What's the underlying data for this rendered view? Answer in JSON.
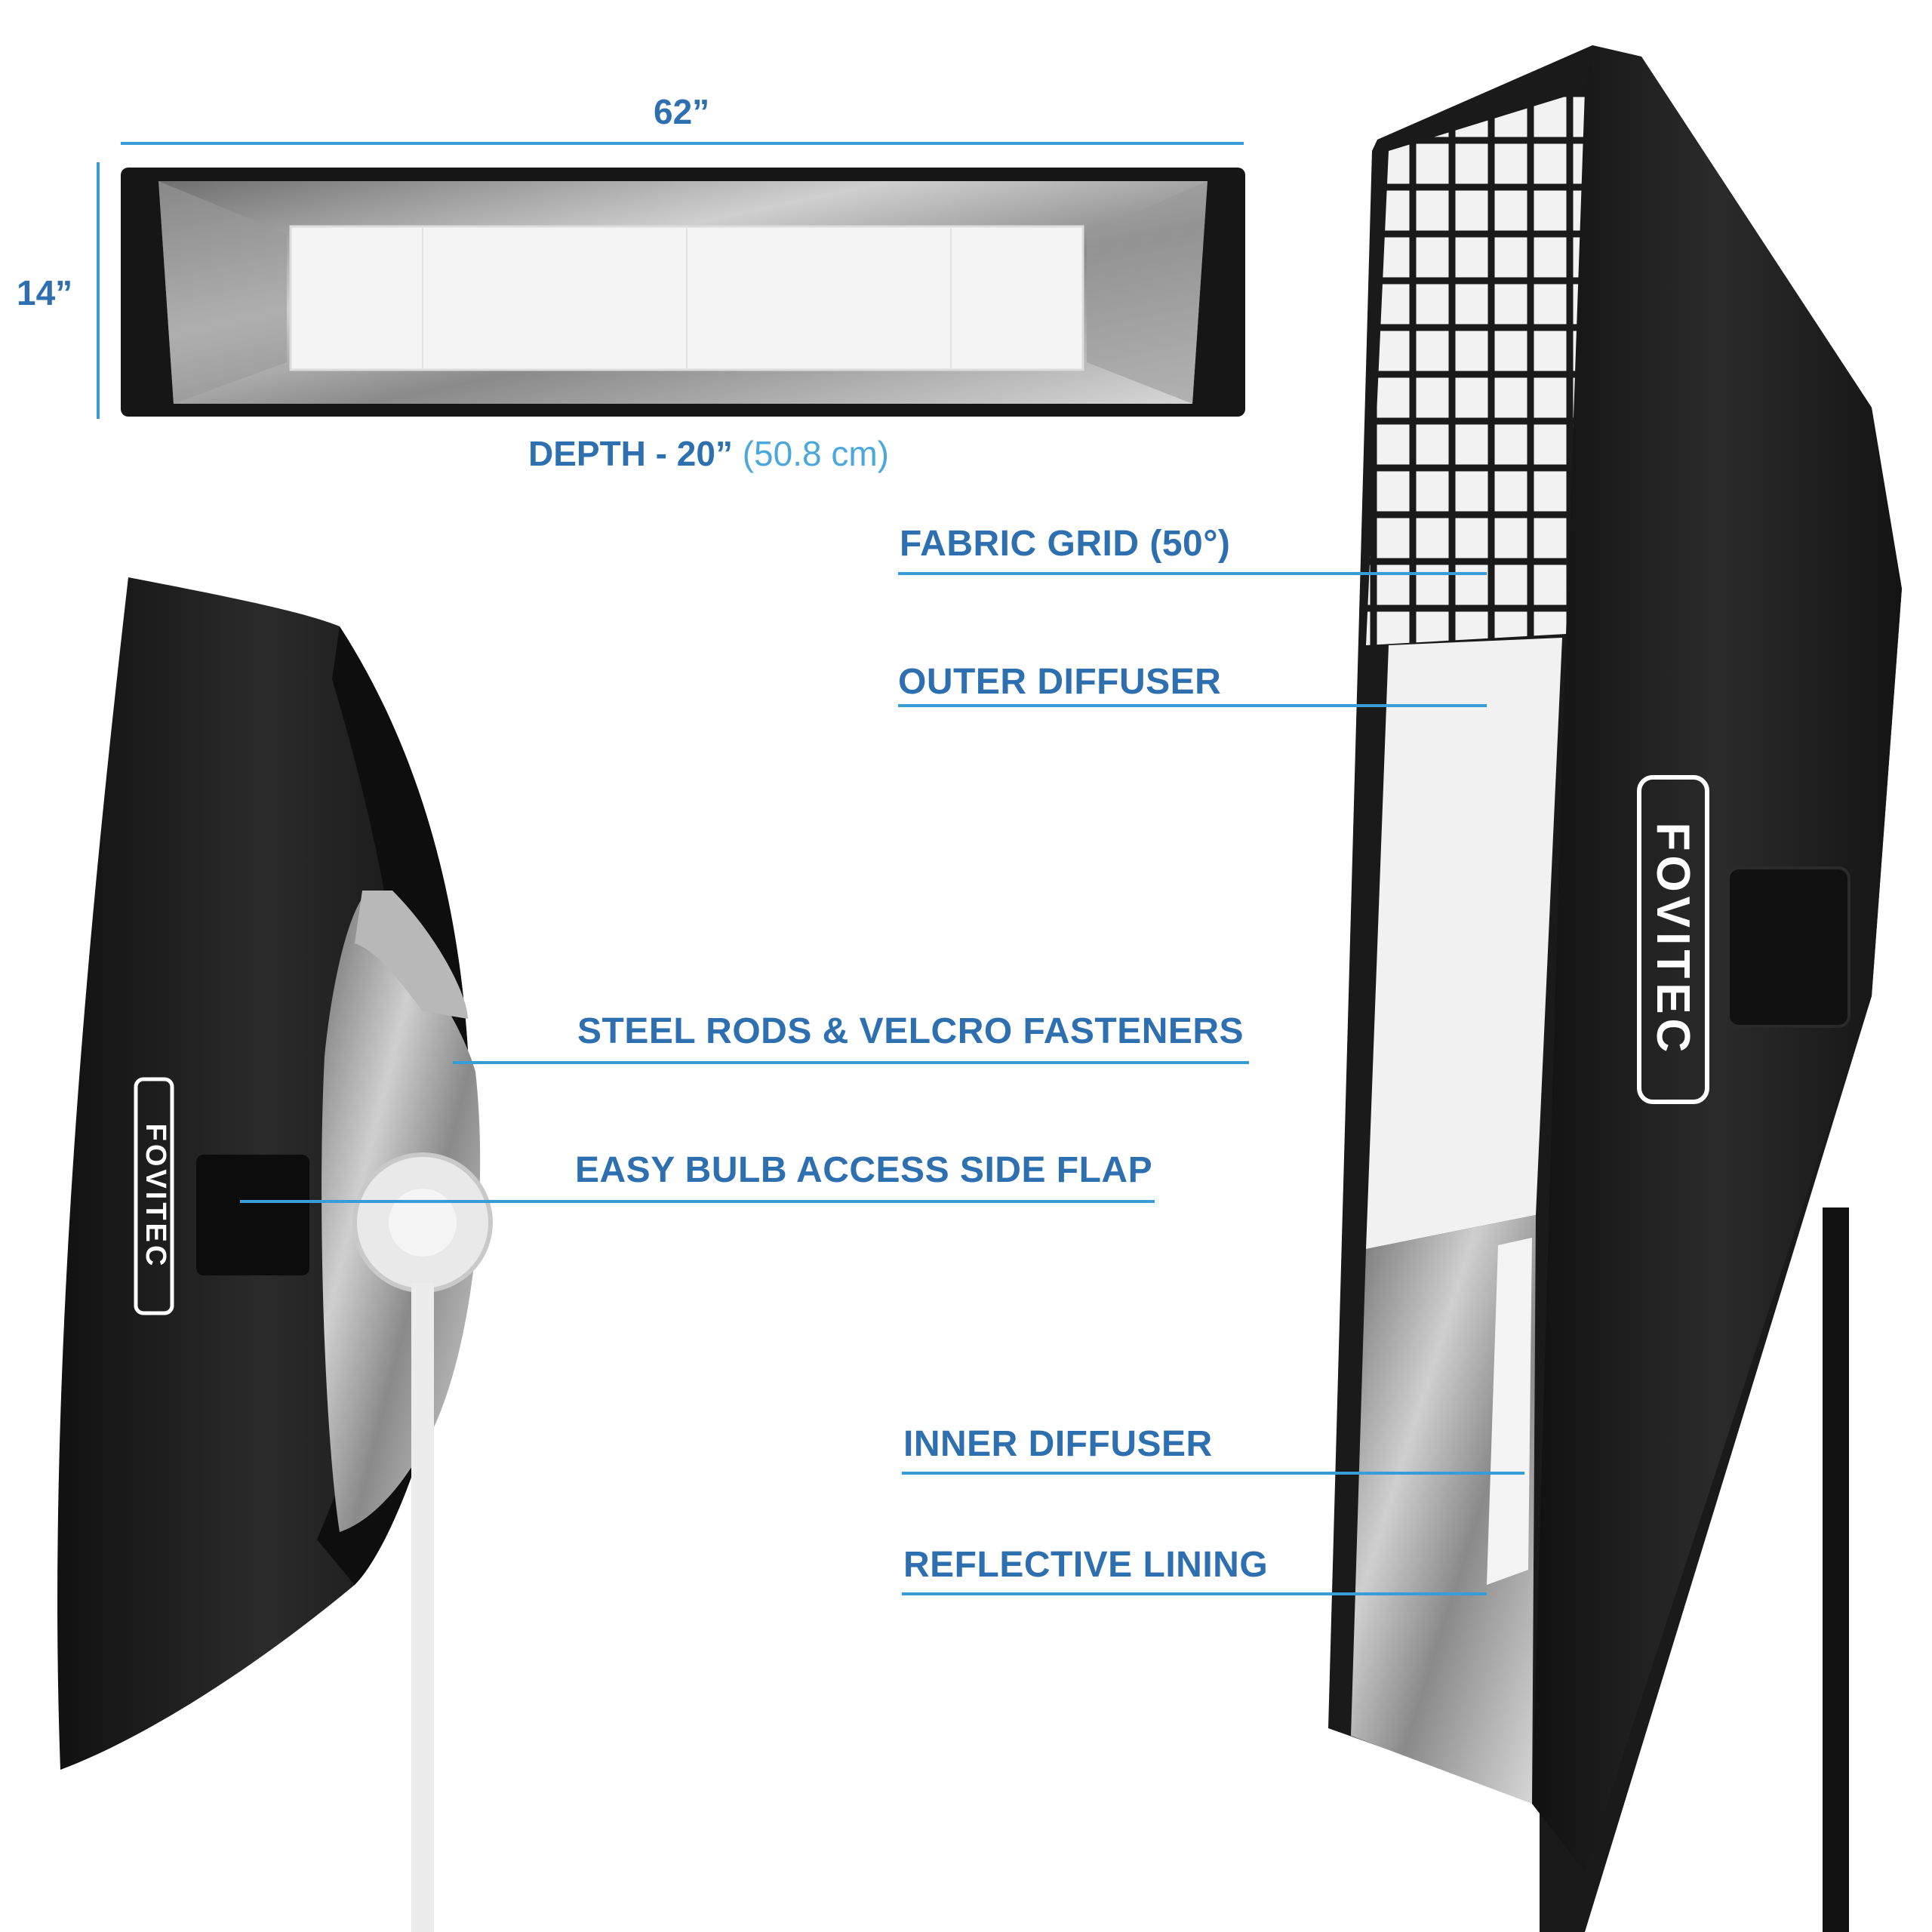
{
  "dimensions": {
    "width_label": "62”",
    "height_label": "14”",
    "depth_label": "DEPTH - 20”",
    "depth_metric": "(50.8 cm)"
  },
  "callouts": {
    "fabric_grid": "FABRIC GRID (50°)",
    "outer_diffuser": "OUTER DIFFUSER",
    "steel_rods": "STEEL RODS & VELCRO FASTENERS",
    "easy_bulb": "EASY BULB ACCESS SIDE FLAP",
    "inner_diffuser": "INNER DIFFUSER",
    "reflective_lining": "REFLECTIVE LINING"
  },
  "brand": {
    "logo_text": "FOVITEC"
  },
  "colors": {
    "label": "#2e6fb0",
    "line": "#3a9cd6",
    "softbox": "#1b1b1b"
  }
}
